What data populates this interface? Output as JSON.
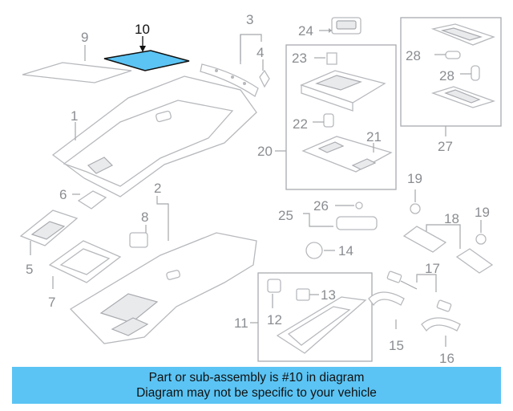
{
  "diagram": {
    "callouts": {
      "p1": "1",
      "p2": "2",
      "p3": "3",
      "p4": "4",
      "p5": "5",
      "p6": "6",
      "p7": "7",
      "p8": "8",
      "p9": "9",
      "p10": "10",
      "p11": "11",
      "p12": "12",
      "p13": "13",
      "p14": "14",
      "p15": "15",
      "p16": "16",
      "p17": "17",
      "p18": "18",
      "p19a": "19",
      "p19b": "19",
      "p20": "20",
      "p21": "21",
      "p22": "22",
      "p23": "23",
      "p24": "24",
      "p25": "25",
      "p26": "26",
      "p27": "27",
      "p28a": "28",
      "p28b": "28"
    },
    "highlight_color": "#5bc4f4"
  },
  "banner": {
    "line1": "Part or sub-assembly is #10 in diagram",
    "line2": "Diagram may not be specific to your vehicle",
    "color": "#5bc4f4"
  }
}
